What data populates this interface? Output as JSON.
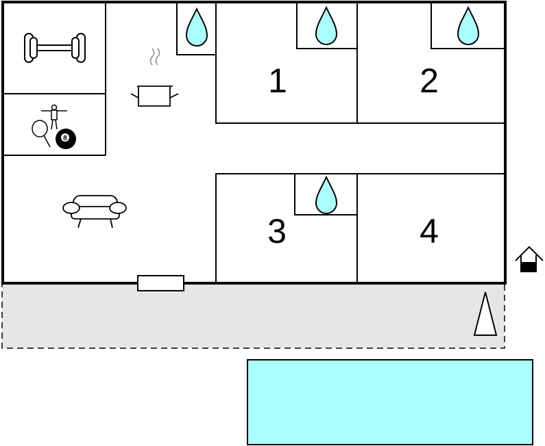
{
  "floorplan": {
    "rooms": [
      {
        "id": "bedroom-1",
        "label": "1"
      },
      {
        "id": "bedroom-2",
        "label": "2"
      },
      {
        "id": "bedroom-3",
        "label": "3"
      },
      {
        "id": "bedroom-4",
        "label": "4"
      }
    ],
    "billiard_ball_number": "8",
    "colors": {
      "wall": "#000000",
      "terrace": "#e6e6e6",
      "pool": "#aaffff",
      "water_drop": "#aaffff",
      "background": "#ffffff"
    },
    "icons": [
      "dumbbell-icon",
      "games-icon",
      "kitchen-pot-icon",
      "sofa-icon",
      "water-drop-icon",
      "well-icon",
      "parasol-icon"
    ]
  }
}
